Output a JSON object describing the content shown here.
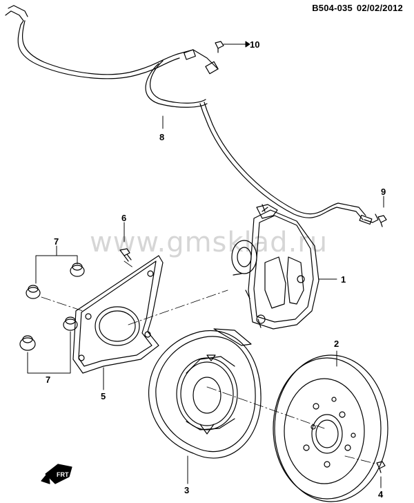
{
  "header": {
    "diagram_code": "B504-035",
    "date": "02/02/2012"
  },
  "watermark": "www.gmsklad.ru",
  "callouts": [
    {
      "id": "1"
    },
    {
      "id": "2"
    },
    {
      "id": "3"
    },
    {
      "id": "4"
    },
    {
      "id": "5"
    },
    {
      "id": "6"
    },
    {
      "id": "7"
    },
    {
      "id": "7"
    },
    {
      "id": "8"
    },
    {
      "id": "9"
    },
    {
      "id": "10"
    }
  ],
  "front_arrow": {
    "label": "FRT"
  }
}
